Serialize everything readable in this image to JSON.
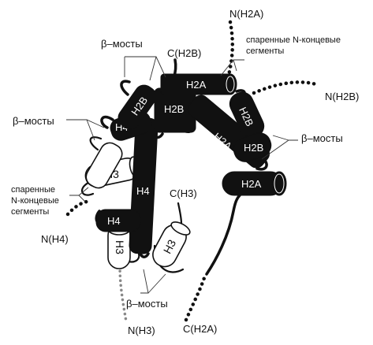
{
  "labels": {
    "n_h2a": "N(H2A)",
    "n_h2b": "N(H2B)",
    "c_h2b": "C(H2B)",
    "c_h3": "C(H3)",
    "n_h4": "N(H4)",
    "n_h3": "N(H3)",
    "c_h2a": "C(H2A)",
    "beta_top": "β–мосты",
    "beta_left": "β–мосты",
    "beta_right": "β–мосты",
    "beta_bottom": "β–мосты",
    "paired_top_1": "спаренные N-концевые",
    "paired_top_2": "сегменты",
    "paired_left_1": "спаренные",
    "paired_left_2": "N-концевые",
    "paired_left_3": "сегменты"
  },
  "helices": {
    "h2a_top": "H2A",
    "h2b_diag": "H2B",
    "h2b_center": "H2B",
    "h4_upper": "H4",
    "h4_long": "H4",
    "h4_lower": "H4",
    "h3_upper": "H3",
    "h3_lower": "H3",
    "h3_right": "H3",
    "h2a_right_diag": "H2A",
    "h2b_right_upper": "H2B",
    "h2b_right_lower": "H2B",
    "h2a_right_bottom": "H2A"
  }
}
